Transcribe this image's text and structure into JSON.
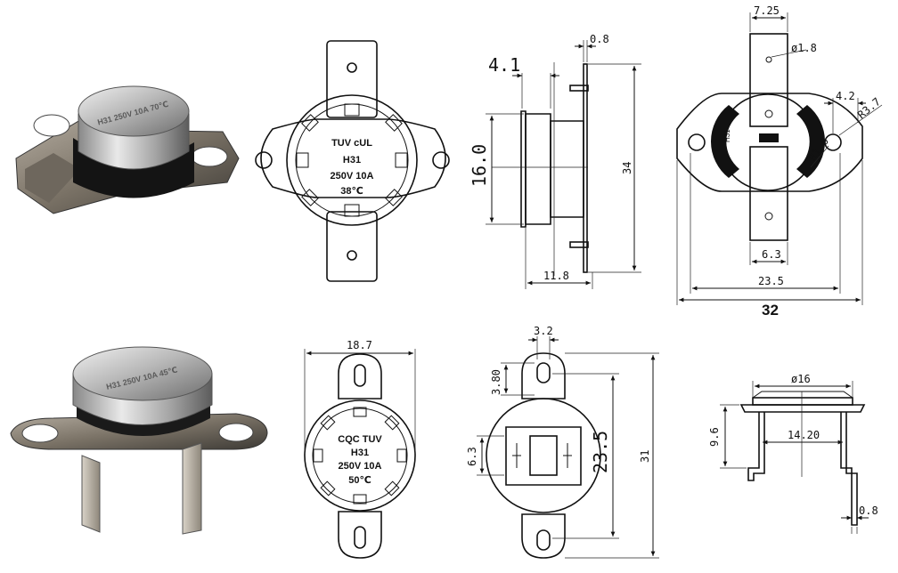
{
  "top_top_view": {
    "cert_logos": "TUV cUL",
    "model": "H31",
    "rating": "250V 10A",
    "temp": "38℃"
  },
  "top_side_view": {
    "dim_flange_depth": "4.1",
    "dim_tab_thickness": "0.8",
    "dim_body_height": "16.0",
    "dim_overall_height": "34",
    "dim_depth": "11.8"
  },
  "top_rear_view": {
    "dim_tab_width": "7.25",
    "dim_hole_dia": "ø1.8",
    "dim_offset": "4.2",
    "dim_radius_large": "R3.7",
    "dim_radius_small": "R1.6",
    "dim_terminal_gap": "6.3",
    "dim_hole_spacing": "23.5",
    "dim_overall_width": "32"
  },
  "bottom_top_view": {
    "dim_width": "18.7",
    "cert_logos": "CQC TUV",
    "model": "H31",
    "rating": "250V 10A",
    "temp": "50℃"
  },
  "bottom_rear_view": {
    "dim_slot_width": "3.2",
    "dim_slot_offset": "3.80",
    "dim_terminal_width": "6.3",
    "dim_hole_spacing": "23.5",
    "dim_overall_length": "31"
  },
  "bottom_side_view": {
    "dim_cap_dia": "ø16",
    "dim_height": "9.6",
    "dim_span": "14.20",
    "dim_leg_thickness": "0.8"
  },
  "photo_top": {
    "marking": "H31 250V 10A 70℃"
  },
  "photo_bottom": {
    "marking": "H31 250V 10A 45℃"
  }
}
